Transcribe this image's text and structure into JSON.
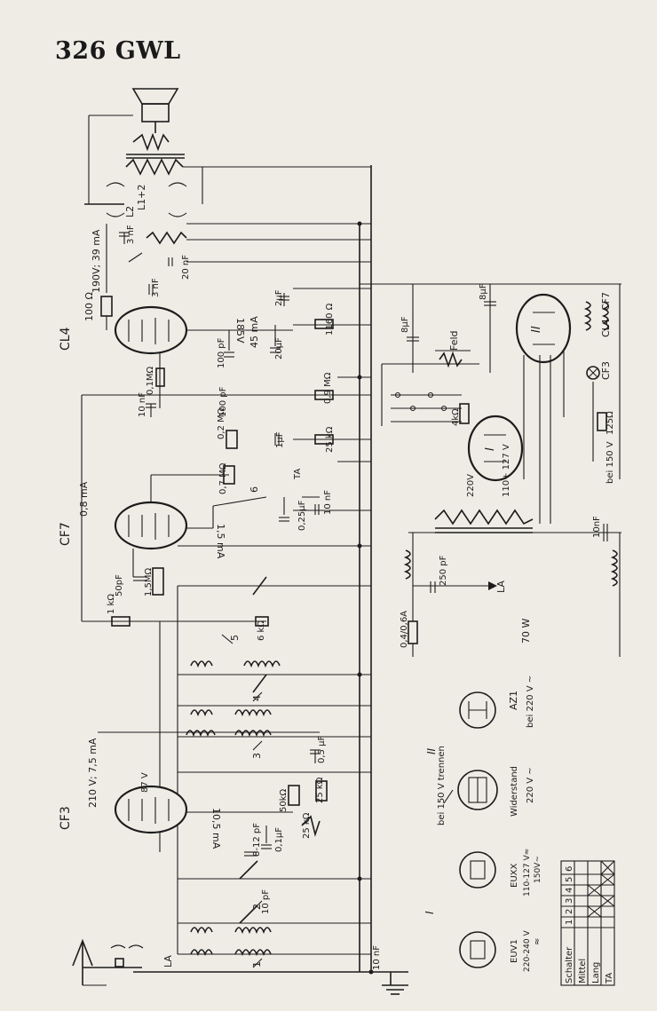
{
  "title": "326 GWL",
  "tubes": {
    "cl4": "CL4",
    "cf7": "CF7",
    "cf3": "CF3",
    "az1": "AZ1",
    "cl4_small": "CL4",
    "cf7_small": "CF7",
    "cf3_small": "CF3"
  },
  "labels": {
    "v190": "190V; 39 mA",
    "r100": "100 Ω",
    "v185": "185V",
    "ma45": "45 mA",
    "r0_1": "0,1MΩ",
    "r1160": "1160 Ω",
    "r0_9": "0,9 MΩ",
    "ma0_8": "0,8 mA",
    "ma1_5": "1,5 mA",
    "r0_2": "0,2 MΩ",
    "r0_7": "0,7 MΩ",
    "r25k": "25 kΩ",
    "c1uF": "1µF",
    "c0_25": "0,25µF",
    "ta": "TA",
    "c50pF": "50pF",
    "r1_5M": "1,5MΩ",
    "r1k": "1 kΩ",
    "r6k": "6 kΩ",
    "v210": "210 V; 7,5 mA",
    "v87": "87 V",
    "ma10_5": "10,5 mA",
    "r50k": "50kΩ",
    "r25k2": "25 kΩ",
    "r25k3": "25 kΩ",
    "c0_1": "0,1µF",
    "c0_5": "0,5 µF",
    "c8_12": "8-12 pF",
    "c10pF": "10 pF",
    "c10nF": "10 nF",
    "c10nF2": "10 nF",
    "c10nF3": "10 nF",
    "c10nF4": "10nF",
    "c100pF": "100 pF",
    "c100pF2": "100 pF",
    "c20uF": "20µF",
    "c2uF": "2µF",
    "c3nF": "3 nF",
    "c3nF2": "3 nF",
    "c20nF": "20 nF",
    "l12": "L1+2",
    "l2": "L2",
    "c8uF": "8µF",
    "c8uF2": "8µF",
    "feld": "Feld",
    "r4k": "4kΩ",
    "r125": "125Ω",
    "bei150": "bei 150 V",
    "v220": "220V",
    "v110": "110+ 127 V",
    "c250": "250 pF",
    "la": "LA",
    "la2": "LA",
    "fuse": "0,4/0,6A",
    "w70": "70 W",
    "roman1": "I",
    "roman2": "II",
    "roman2b": "II",
    "romanI2": "I",
    "n1": "1",
    "n2": "2",
    "n3": "3",
    "n4": "4",
    "n5": "5",
    "n6": "6"
  },
  "legend": {
    "euv1": "EUV1",
    "euv1_v": "220-240 V",
    "euv1_ac": "≈",
    "euxx": "EUXX",
    "euxx_v": "110-127 V≈",
    "euxx_v2": "150V~",
    "wid": "Widerstand",
    "wid_v": "220 V ~",
    "bei150trennen": "bei 150 V trennen",
    "az1_v": "bei 220 V ~"
  },
  "table": {
    "header": "Schalter",
    "cols": [
      "1",
      "2",
      "3",
      "4",
      "5",
      "6"
    ],
    "rows": [
      "Mittel",
      "Lang",
      "TA"
    ]
  }
}
